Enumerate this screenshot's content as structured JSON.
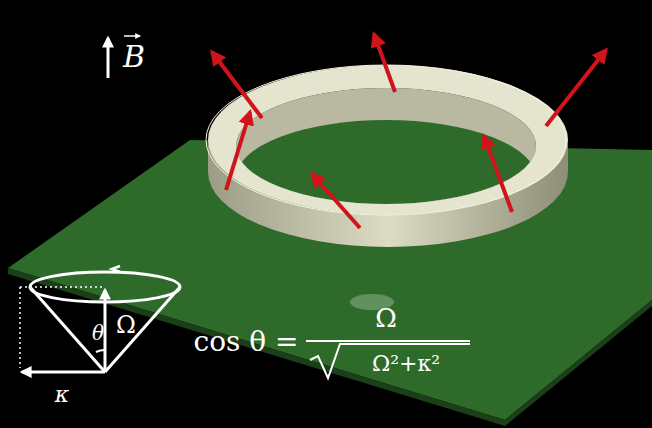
{
  "diagram": {
    "labels": [
      "B",
      "Ω",
      "θ",
      "κ",
      "cos θ =",
      "Ω",
      "Ω²+κ²"
    ]
  }
}
